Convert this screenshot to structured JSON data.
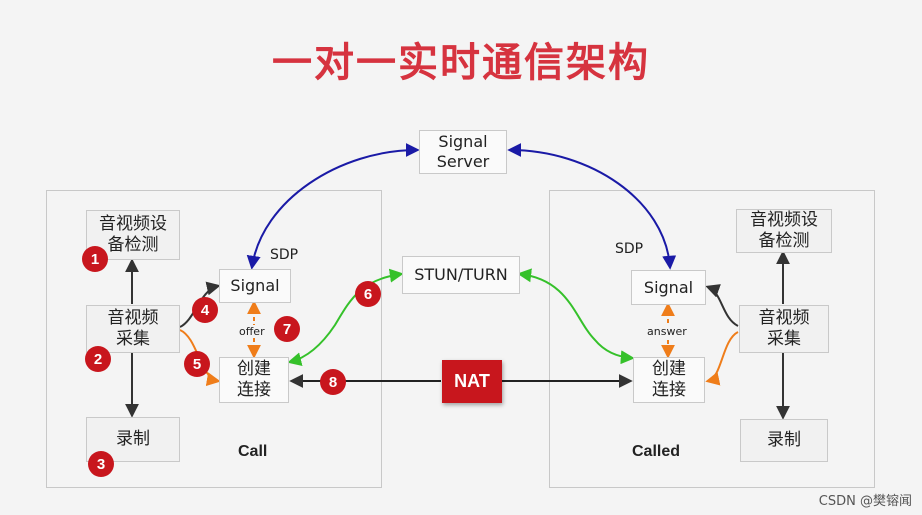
{
  "title": "一对一实时通信架构",
  "signal_server": "Signal\nServer",
  "stun_turn": "STUN/TURN",
  "nat": "NAT",
  "left": {
    "device_check": "音视频设\n备检测",
    "capture": "音视频\n采集",
    "record": "录制",
    "signal": "Signal",
    "create_conn": "创建\n连接",
    "sdp": "SDP",
    "offer": "offer",
    "label": "Call"
  },
  "right": {
    "device_check": "音视频设\n备检测",
    "capture": "音视频\n采集",
    "record": "录制",
    "signal": "Signal",
    "create_conn": "创建\n连接",
    "sdp": "SDP",
    "answer": "answer",
    "label": "Called"
  },
  "badges": [
    "1",
    "2",
    "3",
    "4",
    "5",
    "6",
    "7",
    "8"
  ],
  "watermark": "CSDN @樊镕闻",
  "colors": {
    "title": "#d6333f",
    "signal_link": "#1a1aa6",
    "stun_link": "#35c12a",
    "local_link": "#ef7d1a",
    "flow_arrow": "#333333",
    "badge": "#c8161d"
  }
}
